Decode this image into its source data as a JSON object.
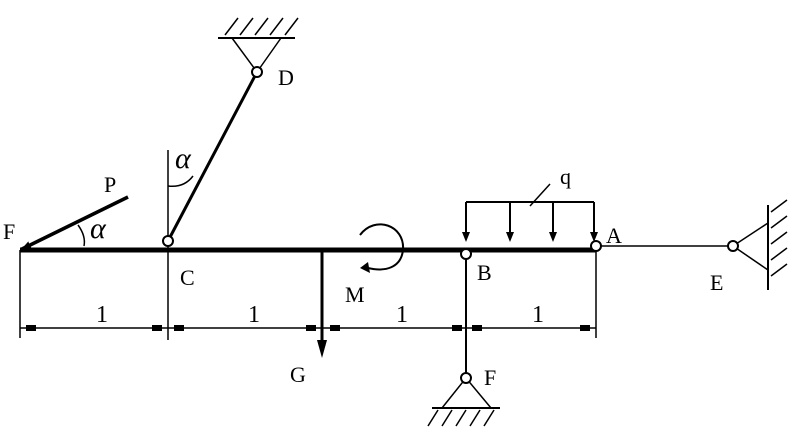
{
  "diagram": {
    "points": {
      "F_left": "F",
      "C": "C",
      "D": "D",
      "B": "B",
      "A": "A",
      "E": "E",
      "F_bottom": "F",
      "G": "G",
      "M": "M"
    },
    "loads": {
      "force": "P",
      "distributed": "q"
    },
    "angles": {
      "at_P": "α",
      "at_C": "α"
    },
    "dimensions": [
      "1",
      "1",
      "1",
      "1"
    ]
  }
}
